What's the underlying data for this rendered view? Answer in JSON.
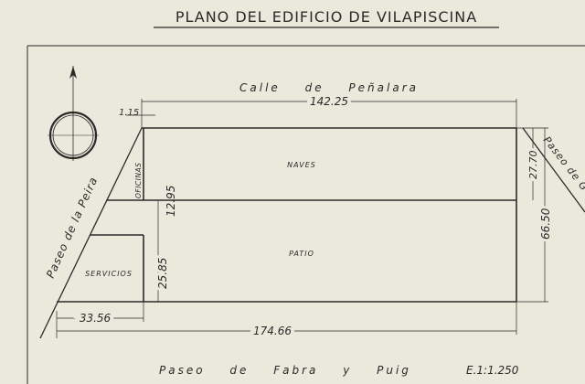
{
  "title": "PLANO DEL EDIFICIO DE VILAPISCINA",
  "streets": {
    "top": "Calle de Peñalara",
    "bottom": "Paseo de Fabra y Puig",
    "left": "Paseo de la Peira",
    "right": "Paseo de G"
  },
  "zones": {
    "naves": "NAVES",
    "oficinas": "OFICINAS",
    "patio": "PATIO",
    "servicios": "SERVICIOS"
  },
  "dimensions": {
    "top_length": "142.25",
    "offset": "1.15",
    "naves_depth": "27.70",
    "total_depth": "66.50",
    "middle_step": "12.95",
    "servicios_depth": "25.85",
    "servicios_width": "33.56",
    "bottom_length": "174.66"
  },
  "scale": "E.1:1.250",
  "north_arrow": "north-arrow-icon",
  "colors": {
    "paper": "#ebe8dc",
    "ink": "#2a2a2a"
  }
}
